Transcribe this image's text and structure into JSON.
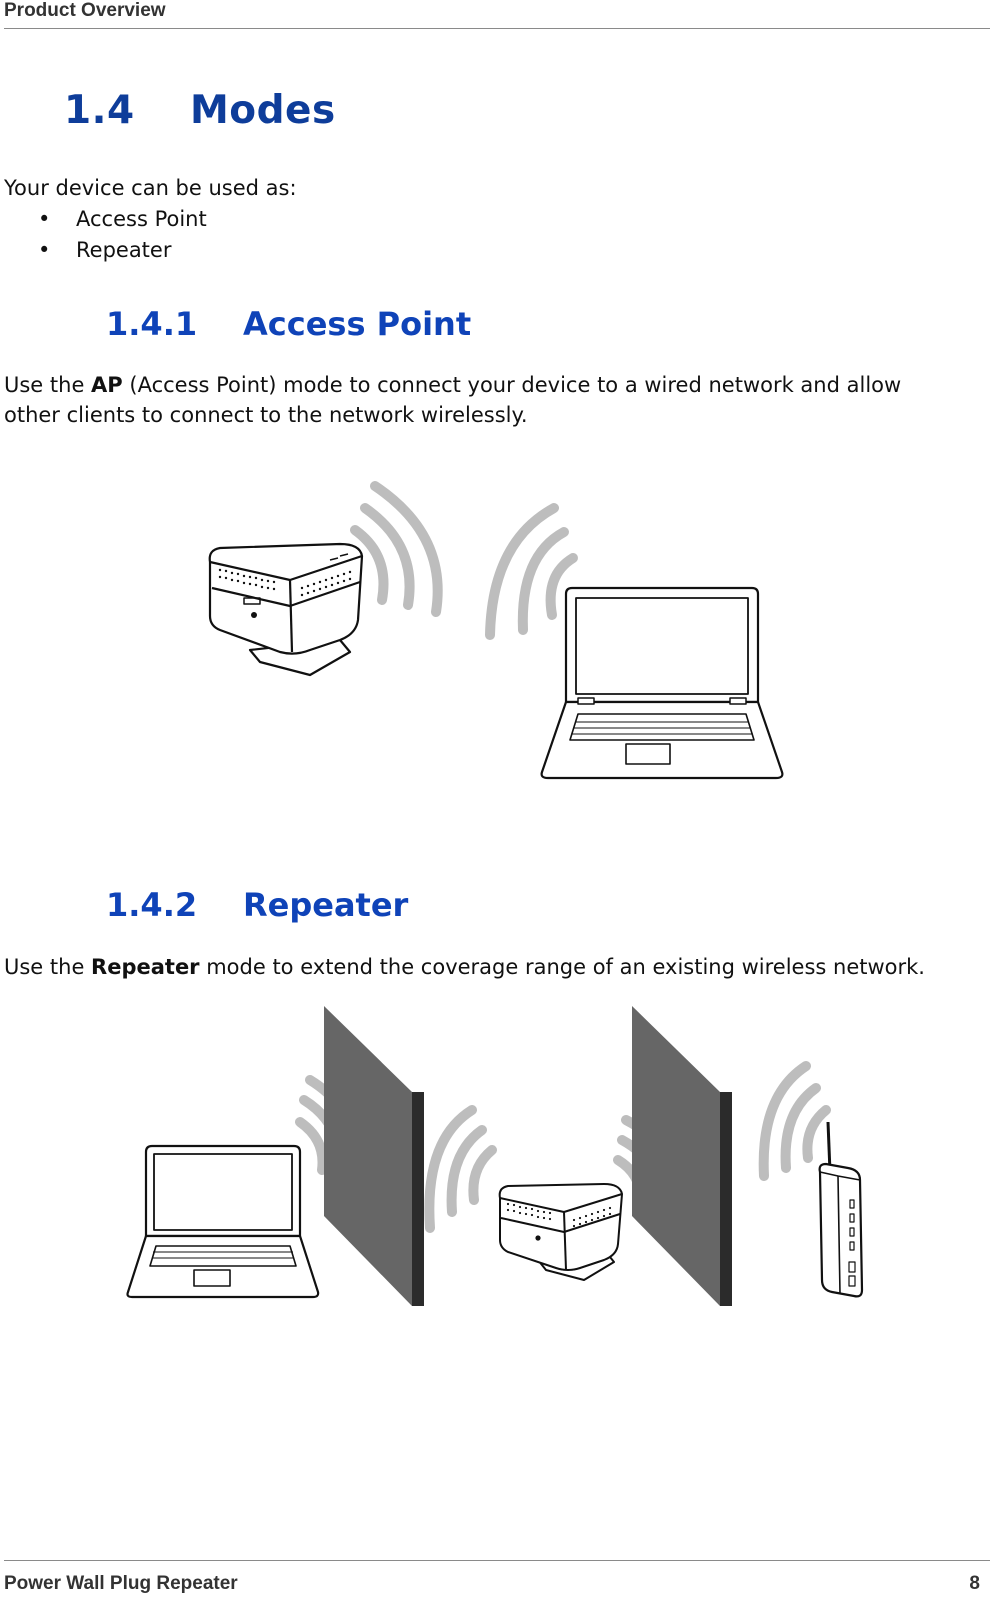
{
  "header": {
    "section": "Product Overview"
  },
  "footer": {
    "title": "Power Wall Plug Repeater",
    "page_number": "8"
  },
  "modes": {
    "heading_number": "1.4",
    "heading_title": "Modes",
    "intro": "Your device can be used as:",
    "bullet_glyph": "•",
    "bullets": [
      "Access Point",
      "Repeater"
    ]
  },
  "access_point": {
    "heading_number": "1.4.1",
    "heading_title": "Access Point",
    "line1_before": "Use the ",
    "line1_keyword": "AP",
    "line1_after": " (Access Point) mode to connect your device to a wired network and allow",
    "line2": "other clients to connect to the network wirelessly."
  },
  "repeater": {
    "heading_number": "1.4.2",
    "heading_title": "Repeater",
    "line1_before": "Use the ",
    "line1_keyword": "Repeater",
    "line1_after": " mode to extend the coverage range of an existing wireless network."
  },
  "colors": {
    "heading_h1": "#0e3d9a",
    "heading_h2": "#0f43b8",
    "wave_gray": "#bdbdbd",
    "wall_front": "#666666",
    "wall_side": "#2b2b2b"
  }
}
